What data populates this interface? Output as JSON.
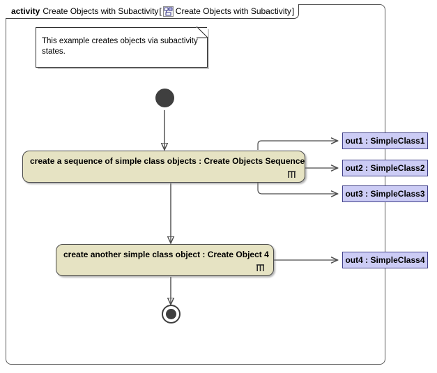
{
  "frame": {
    "keyword": "activity",
    "name": "Create Objects with Subactivity",
    "bracket_open": "[",
    "icon": "activity-diagram-icon",
    "diagram_name": "Create Objects with Subactivity",
    "bracket_close": "]"
  },
  "note": {
    "text": "This example creates objects via subactivity states."
  },
  "nodes": {
    "initial": "initial-node",
    "final": "final-node",
    "activities": [
      {
        "label": "create a sequence of simple class objects : Create Objects Sequence",
        "icon": "subactivity-rake-icon"
      },
      {
        "label": "create another simple class object : Create Object 4",
        "icon": "subactivity-rake-icon"
      }
    ],
    "objects": [
      {
        "label": "out1 : SimpleClass1"
      },
      {
        "label": "out2 : SimpleClass2"
      },
      {
        "label": "out3 : SimpleClass3"
      },
      {
        "label": "out4 : SimpleClass4"
      }
    ]
  },
  "colors": {
    "activity_fill": "#e6e3c3",
    "activity_border": "#4a4a4a",
    "object_fill": "#ccccf5",
    "object_border": "#42428a",
    "edge": "#4a4a4a",
    "node_fill": "#3f3f3f",
    "frame_border": "#5a5a5a",
    "canvas": "#ffffff"
  }
}
